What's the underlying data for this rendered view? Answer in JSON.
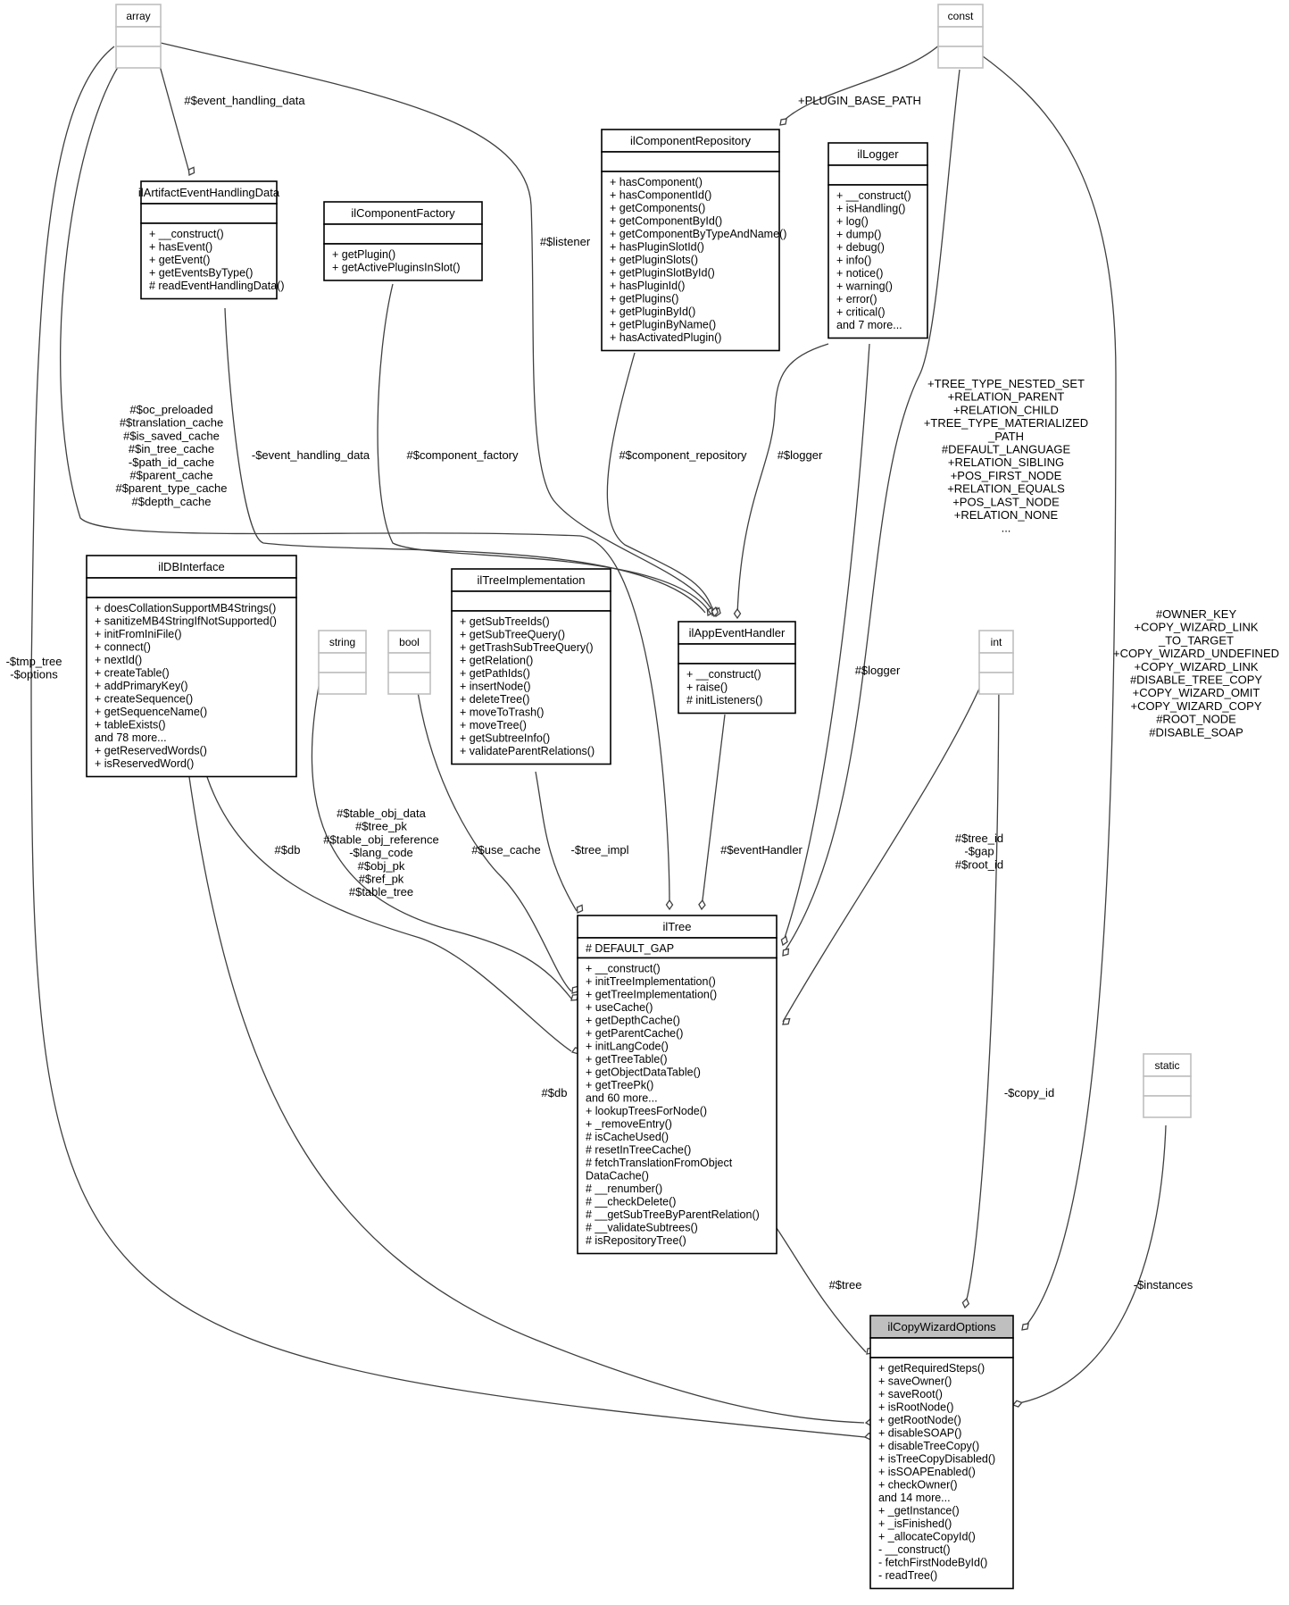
{
  "diagram": {
    "nodes": [
      {
        "id": "array",
        "title": "array",
        "attrs": [],
        "methods": [],
        "style": "grey"
      },
      {
        "id": "const",
        "title": "const",
        "attrs": [],
        "methods": [],
        "style": "grey"
      },
      {
        "id": "string",
        "title": "string",
        "attrs": [],
        "methods": [],
        "style": "grey"
      },
      {
        "id": "bool",
        "title": "bool",
        "attrs": [],
        "methods": [],
        "style": "grey"
      },
      {
        "id": "int",
        "title": "int",
        "attrs": [],
        "methods": [],
        "style": "grey"
      },
      {
        "id": "static",
        "title": "static",
        "attrs": [],
        "methods": [],
        "style": "grey"
      },
      {
        "id": "ilArtifactEventHandlingData",
        "title": "ilArtifactEventHandlingData",
        "attrs": [],
        "methods": [
          "+ __construct()",
          "+ hasEvent()",
          "+ getEvent()",
          "+ getEventsByType()",
          "# readEventHandlingData()"
        ],
        "style": "normal"
      },
      {
        "id": "ilComponentFactory",
        "title": "ilComponentFactory",
        "attrs": [],
        "methods": [
          "+ getPlugin()",
          "+ getActivePluginsInSlot()"
        ],
        "style": "normal"
      },
      {
        "id": "ilComponentRepository",
        "title": "ilComponentRepository",
        "attrs": [],
        "methods": [
          "+ hasComponent()",
          "+ hasComponentId()",
          "+ getComponents()",
          "+ getComponentById()",
          "+ getComponentByTypeAndName()",
          "+ hasPluginSlotId()",
          "+ getPluginSlots()",
          "+ getPluginSlotById()",
          "+ hasPluginId()",
          "+ getPlugins()",
          "+ getPluginById()",
          "+ getPluginByName()",
          "+ hasActivatedPlugin()"
        ],
        "style": "normal"
      },
      {
        "id": "ilLogger",
        "title": "ilLogger",
        "attrs": [],
        "methods": [
          "+ __construct()",
          "+ isHandling()",
          "+ log()",
          "+ dump()",
          "+ debug()",
          "+ info()",
          "+ notice()",
          "+ warning()",
          "+ error()",
          "+ critical()",
          "and 7 more..."
        ],
        "style": "normal"
      },
      {
        "id": "ilDBInterface",
        "title": "ilDBInterface",
        "attrs": [],
        "methods": [
          "+ doesCollationSupportMB4Strings()",
          "+ sanitizeMB4StringIfNotSupported()",
          "+ initFromIniFile()",
          "+ connect()",
          "+ nextId()",
          "+ createTable()",
          "+ addPrimaryKey()",
          "+ createSequence()",
          "+ getSequenceName()",
          "+ tableExists()",
          "and 78 more...",
          "+ getReservedWords()",
          "+ isReservedWord()"
        ],
        "style": "normal"
      },
      {
        "id": "ilTreeImplementation",
        "title": "ilTreeImplementation",
        "attrs": [],
        "methods": [
          "+ getSubTreeIds()",
          "+ getSubTreeQuery()",
          "+ getTrashSubTreeQuery()",
          "+ getRelation()",
          "+ getPathIds()",
          "+ insertNode()",
          "+ deleteTree()",
          "+ moveToTrash()",
          "+ moveTree()",
          "+ getSubtreeInfo()",
          "+ validateParentRelations()"
        ],
        "style": "normal"
      },
      {
        "id": "ilAppEventHandler",
        "title": "ilAppEventHandler",
        "attrs": [],
        "methods": [
          "+ __construct()",
          "+ raise()",
          "# initListeners()"
        ],
        "style": "normal"
      },
      {
        "id": "ilTree",
        "title": "ilTree",
        "attrs": [
          "# DEFAULT_GAP"
        ],
        "methods": [
          "+ __construct()",
          "+ initTreeImplementation()",
          "+ getTreeImplementation()",
          "+ useCache()",
          "+ getDepthCache()",
          "+ getParentCache()",
          "+ initLangCode()",
          "+ getTreeTable()",
          "+ getObjectDataTable()",
          "+ getTreePk()",
          "and 60 more...",
          "+ lookupTreesForNode()",
          "+ _removeEntry()",
          "# isCacheUsed()",
          "# resetInTreeCache()",
          "# fetchTranslationFromObject",
          "DataCache()",
          "# __renumber()",
          "# __checkDelete()",
          "# __getSubTreeByParentRelation()",
          "# __validateSubtrees()",
          "# isRepositoryTree()"
        ],
        "style": "normal"
      },
      {
        "id": "ilCopyWizardOptions",
        "title": "ilCopyWizardOptions",
        "attrs": [],
        "methods": [
          "+ getRequiredSteps()",
          "+ saveOwner()",
          "+ saveRoot()",
          "+ isRootNode()",
          "+ getRootNode()",
          "+ disableSOAP()",
          "+ disableTreeCopy()",
          "+ isTreeCopyDisabled()",
          "+ isSOAPEnabled()",
          "+ checkOwner()",
          "and 14 more...",
          "+ _getInstance()",
          "+ _isFinished()",
          "+ _allocateCopyId()",
          "- __construct()",
          "- fetchFirstNodeById()",
          "- readTree()"
        ],
        "style": "focus"
      }
    ],
    "edge_labels": {
      "event_handling_data_top": [
        "#$event_handling_data"
      ],
      "plugin_base_path": [
        "+PLUGIN_BASE_PATH"
      ],
      "listener": [
        "#$listener"
      ],
      "caches": [
        "#$oc_preloaded",
        "#$translation_cache",
        "#$is_saved_cache",
        "#$in_tree_cache",
        "-$path_id_cache",
        "#$parent_cache",
        "#$parent_type_cache",
        "#$depth_cache"
      ],
      "event_handling_data_bottom": [
        "-$event_handling_data"
      ],
      "component_factory": [
        "#$component_factory"
      ],
      "component_repository": [
        "#$component_repository"
      ],
      "logger_app": [
        "#$logger"
      ],
      "tree_constants": [
        "+TREE_TYPE_NESTED_SET",
        "+RELATION_PARENT",
        "+RELATION_CHILD",
        "+TREE_TYPE_MATERIALIZED",
        "_PATH",
        "#DEFAULT_LANGUAGE",
        "+RELATION_SIBLING",
        "+POS_FIRST_NODE",
        "+RELATION_EQUALS",
        "+POS_LAST_NODE",
        "+RELATION_NONE",
        "..."
      ],
      "copy_constants": [
        "#OWNER_KEY",
        "+COPY_WIZARD_LINK",
        "_TO_TARGET",
        "+COPY_WIZARD_UNDEFINED",
        "+COPY_WIZARD_LINK",
        "#DISABLE_TREE_COPY",
        "+COPY_WIZARD_OMIT",
        "+COPY_WIZARD_COPY",
        "#ROOT_NODE",
        "#DISABLE_SOAP"
      ],
      "tmp_tree": [
        "-$tmp_tree",
        "-$options"
      ],
      "logger_tree": [
        "#$logger"
      ],
      "string_fields": [
        "#$table_obj_data",
        "#$tree_pk",
        "#$table_obj_reference",
        "-$lang_code",
        "#$obj_pk",
        "#$ref_pk",
        "#$table_tree"
      ],
      "db_tree": [
        "#$db"
      ],
      "use_cache": [
        "#$use_cache"
      ],
      "tree_impl": [
        "-$tree_impl"
      ],
      "event_handler": [
        "#$eventHandler"
      ],
      "int_fields": [
        "#$tree_id",
        "-$gap",
        "#$root_id"
      ],
      "db_copy": [
        "#$db"
      ],
      "copy_id": [
        "-$copy_id"
      ],
      "tree": [
        "#$tree"
      ],
      "instances": [
        "-$instances"
      ]
    }
  }
}
